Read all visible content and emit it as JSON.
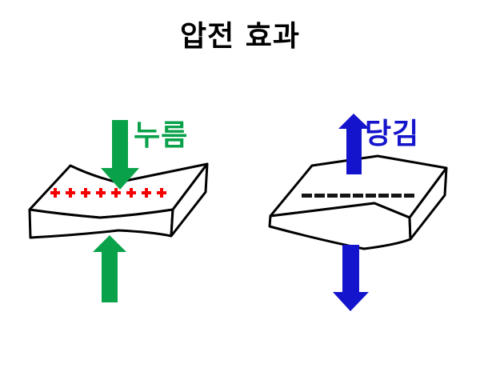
{
  "title": "압전 효과",
  "colors": {
    "press": "#09a24a",
    "pull": "#1414cc",
    "positive": "#f50000",
    "negative": "#141414",
    "outline": "#000000"
  },
  "left_figure": {
    "label": "누름",
    "charges": {
      "type": "plus",
      "symbol": "+",
      "count": 8
    }
  },
  "right_figure": {
    "label": "당김",
    "charges": {
      "type": "dash",
      "symbol": "−",
      "count": 9
    }
  }
}
